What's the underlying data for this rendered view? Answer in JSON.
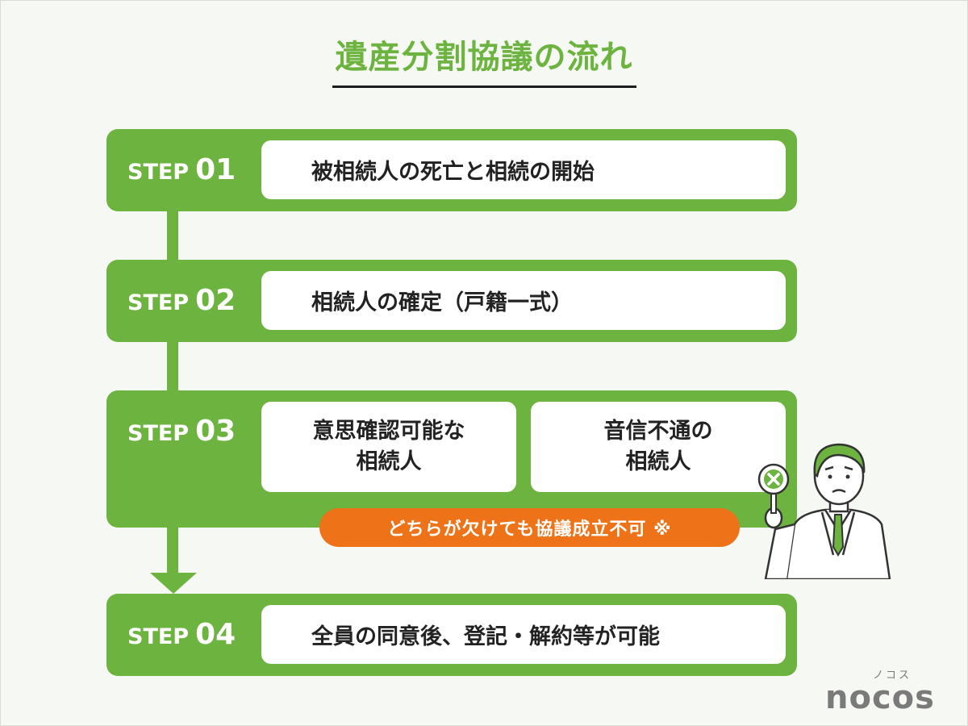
{
  "title": "遺産分割協議の流れ",
  "steps": [
    {
      "word": "STEP",
      "num": "01",
      "text": "被相続人の死亡と相続の開始"
    },
    {
      "word": "STEP",
      "num": "02",
      "text": "相続人の確定（戸籍一式）"
    },
    {
      "word": "STEP",
      "num": "03",
      "left_line1": "意思確認可能な",
      "left_line2": "相続人",
      "right_line1": "音信不通の",
      "right_line2": "相続人"
    },
    {
      "word": "STEP",
      "num": "04",
      "text": "全員の同意後、登記・解約等が可能"
    }
  ],
  "warning": "どちらが欠けても協議成立不可 ※",
  "logo": {
    "ruby": "ノコス",
    "word": "nocos"
  },
  "colors": {
    "green": "#6db33f",
    "orange": "#ee7217",
    "background": "#f6f8f4"
  }
}
